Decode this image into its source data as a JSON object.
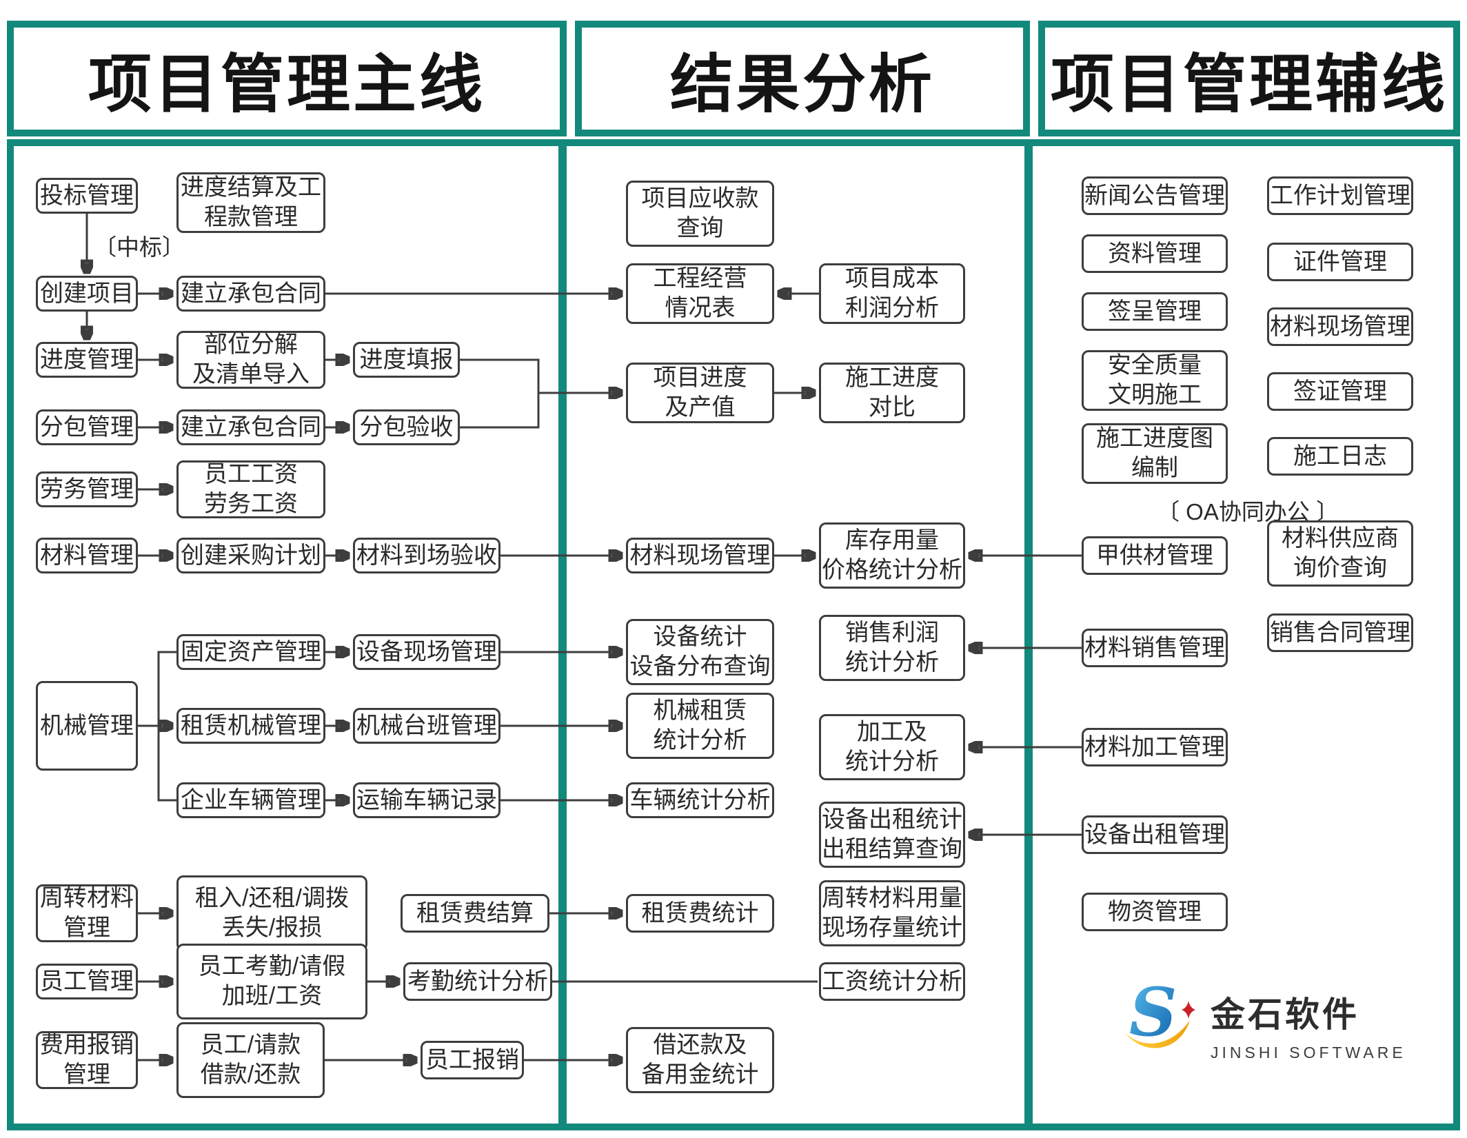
{
  "headers": {
    "main": "项目管理主线",
    "result": "结果分析",
    "aux": "项目管理辅线"
  },
  "labels": {
    "win_bid": "〔中标〕",
    "oa": "〔 OA协同办公 〕"
  },
  "colors": {
    "frame_teal": "#13897c",
    "box_border": "#3d3d3d",
    "text": "#2a2a2a",
    "logo_blue_light": "#5cc0ef",
    "logo_blue_dark": "#0c5ea8",
    "logo_yellow": "#f5af17",
    "logo_red": "#cc2127"
  },
  "main": {
    "bid": "投标管理",
    "settlement": "进度结算及工\n程款管理",
    "create_project": "创建项目",
    "contract_1": "建立承包合同",
    "progress": "进度管理",
    "decompose": "部位分解\n及清单导入",
    "progress_fill": "进度填报",
    "subcontract": "分包管理",
    "contract_2": "建立承包合同",
    "sub_accept": "分包验收",
    "labor": "劳务管理",
    "wages": "员工工资\n劳务工资",
    "material": "材料管理",
    "purchase_plan": "创建采购计划",
    "arrival": "材料到场验收",
    "fixed_asset": "固定资产管理",
    "equip_site": "设备现场管理",
    "machinery": "机械管理",
    "rent_machine": "租赁机械管理",
    "machine_shift": "机械台班管理",
    "vehicle": "企业车辆管理",
    "transport": "运输车辆记录",
    "revolving": "周转材料\n管理",
    "rent_ops": "租入/还租/调拨\n丢失/报损",
    "rent_settle": "租赁费结算",
    "staff": "员工管理",
    "attendance": "员工考勤/请假\n加班/工资",
    "attendance_stat": "考勤统计分析",
    "expense": "费用报销\n管理",
    "request_loan": "员工/请款\n借款/还款",
    "reimburse": "员工报销"
  },
  "result": {
    "receivable": "项目应收款\n查询",
    "operating": "工程经营\n情况表",
    "cost_profit": "项目成本\n利润分析",
    "progress_value": "项目进度\n及产值",
    "progress_compare": "施工进度\n对比",
    "material_site": "材料现场管理",
    "inventory": "库存用量\n价格统计分析",
    "equip_stat": "设备统计\n设备分布查询",
    "sales_profit": "销售利润\n统计分析",
    "machine_rent_stat": "机械租赁\n统计分析",
    "processing_stat": "加工及\n统计分析",
    "vehicle_stat": "车辆统计分析",
    "equip_rent_stat": "设备出租统计\n出租结算查询",
    "rent_fee_stat": "租赁费统计",
    "revolving_stat": "周转材料用量\n现场存量统计",
    "salary_stat": "工资统计分析",
    "loan_stat": "借还款及\n备用金统计"
  },
  "aux": {
    "news": "新闻公告管理",
    "work_plan": "工作计划管理",
    "documents": "资料管理",
    "certificates": "证件管理",
    "sign_submit": "签呈管理",
    "material_site": "材料现场管理",
    "safety": "安全质量\n文明施工",
    "visa": "签证管理",
    "progress_chart": "施工进度图\n编制",
    "construction_log": "施工日志",
    "owner_material": "甲供材管理",
    "supplier_inquiry": "材料供应商\n询价查询",
    "material_sales": "材料销售管理",
    "sales_contract": "销售合同管理",
    "material_processing": "材料加工管理",
    "equipment_rental": "设备出租管理",
    "goods": "物资管理"
  },
  "logo": {
    "name": "金石软件",
    "subtitle": "JINSHI SOFTWARE"
  }
}
